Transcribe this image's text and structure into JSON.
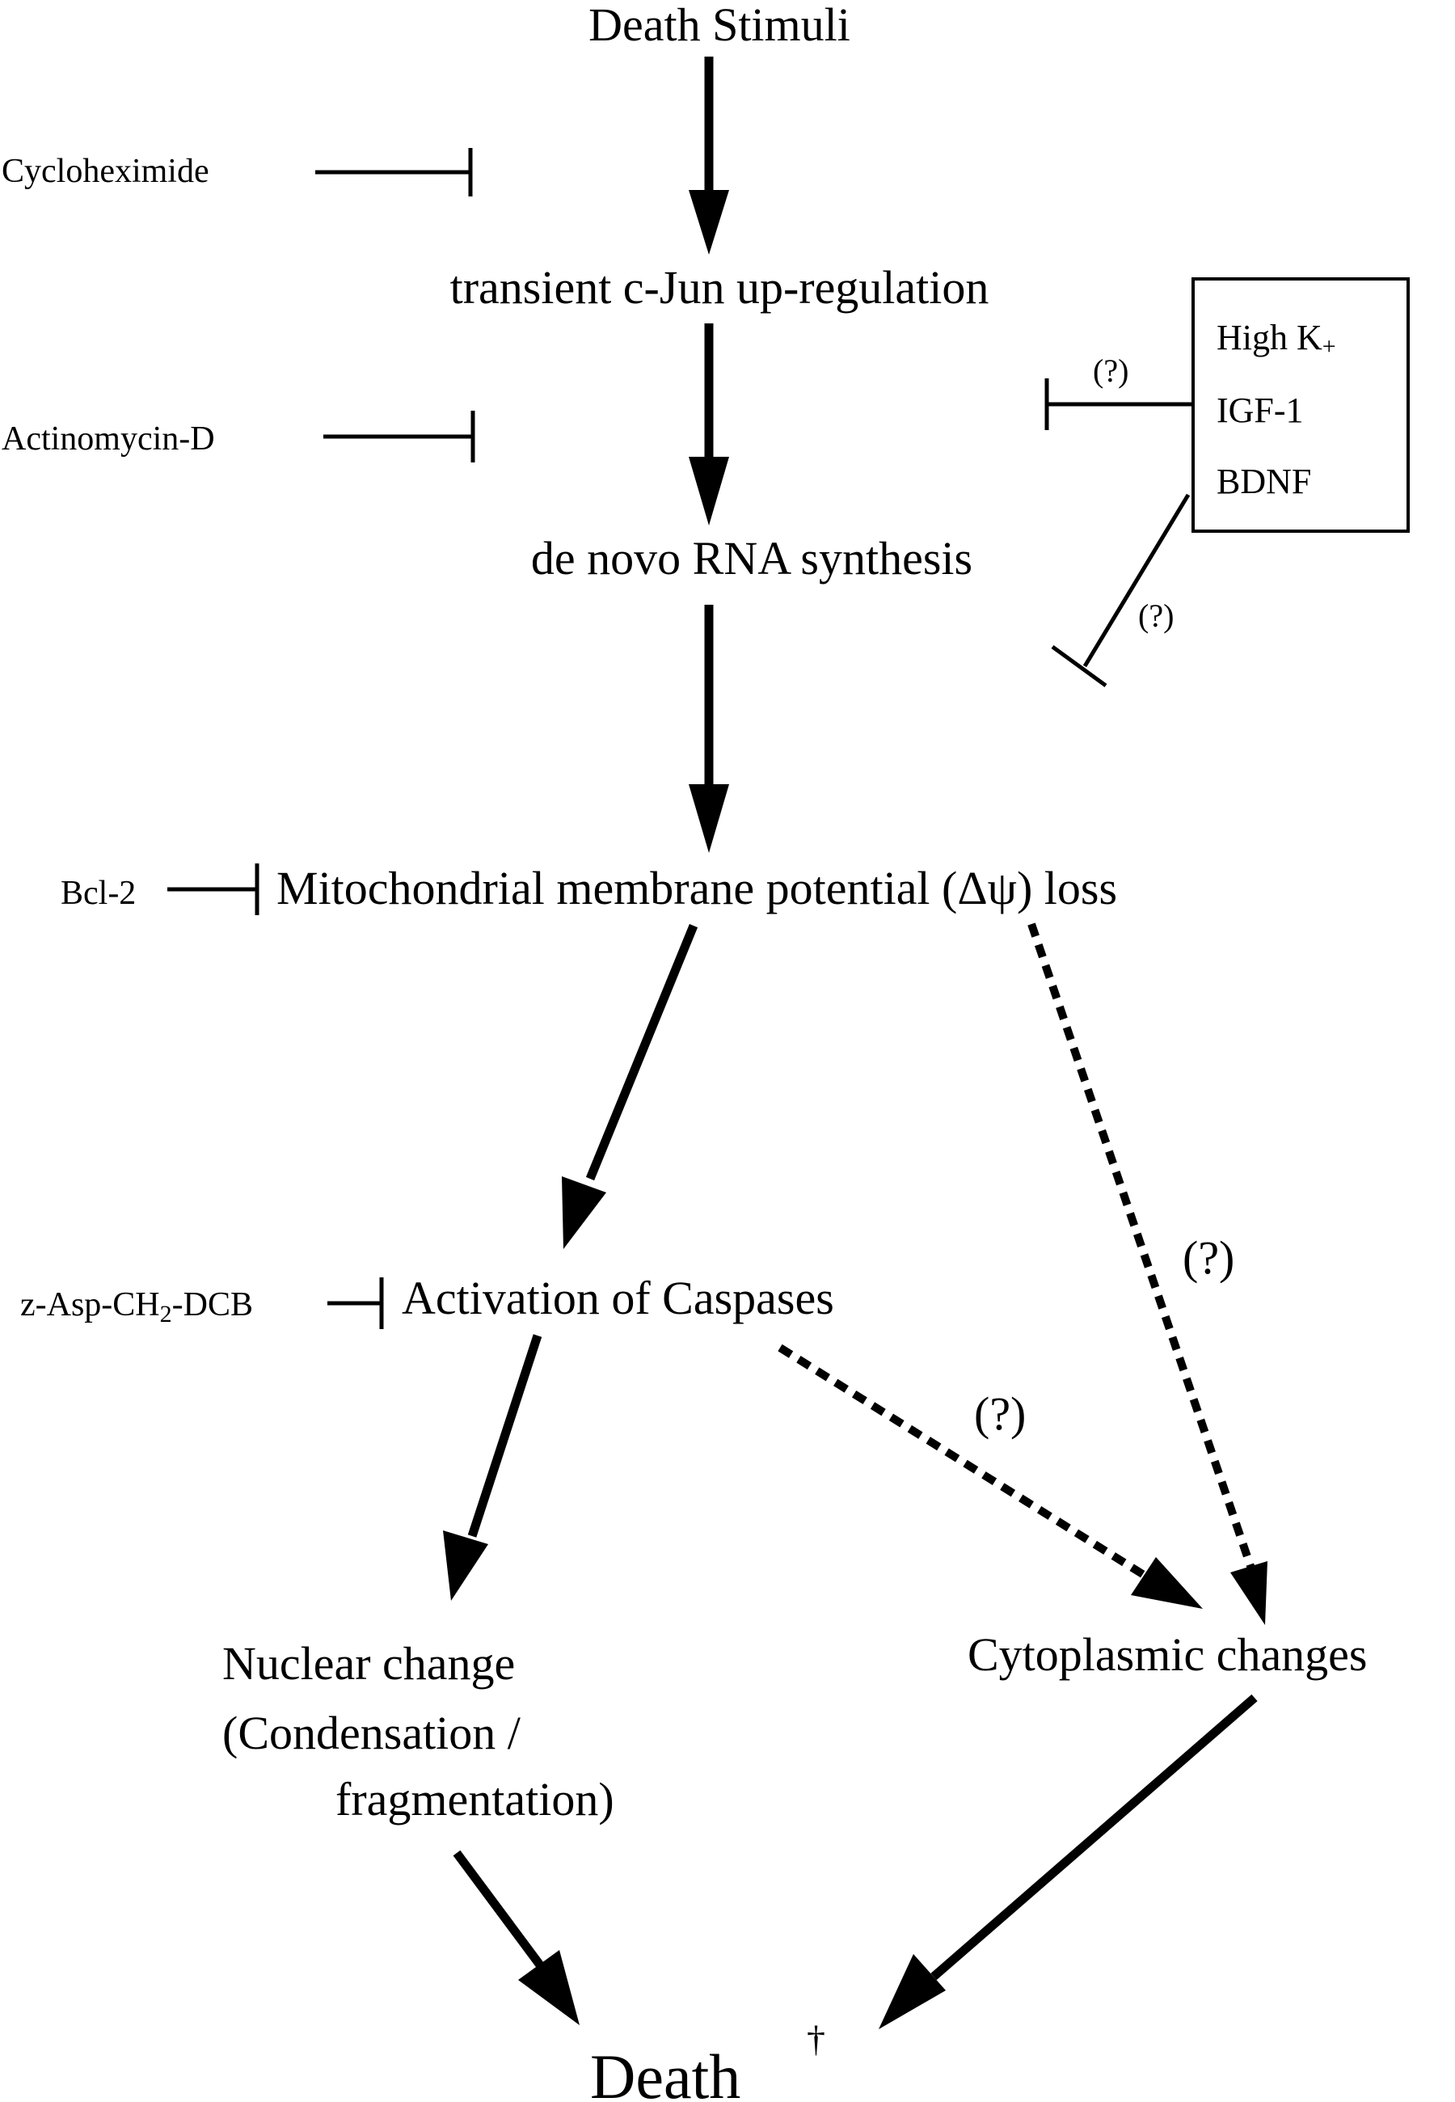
{
  "nodes": {
    "death_stimuli": "Death Stimuli",
    "cjun": "transient c-Jun up-regulation",
    "rna_synthesis": "de novo RNA synthesis",
    "mito_loss": "Mitochondrial membrane potential (Δψ) loss",
    "caspases": "Activation of Caspases",
    "nuclear_line1": "Nuclear change",
    "nuclear_line2": "(Condensation /",
    "nuclear_line3": "fragmentation)",
    "cytoplasmic": "Cytoplasmic changes",
    "death": "Death",
    "death_dagger": "†"
  },
  "inhibitors": {
    "cycloheximide": "Cycloheximide",
    "actinomycin": "Actinomycin-D",
    "bcl2": "Bcl-2",
    "zasp_prefix": "z-Asp-CH",
    "zasp_sub": "2",
    "zasp_suffix": "-DCB"
  },
  "growth_factor_box": {
    "line1_main": "High K",
    "line1_sup": "+",
    "line2": "IGF-1",
    "line3": "BDNF"
  },
  "uncertain_labels": {
    "box_upper": "(?)",
    "box_lower": "(?)",
    "mito_to_cyto": "(?)",
    "casp_to_cyto": "(?)"
  }
}
